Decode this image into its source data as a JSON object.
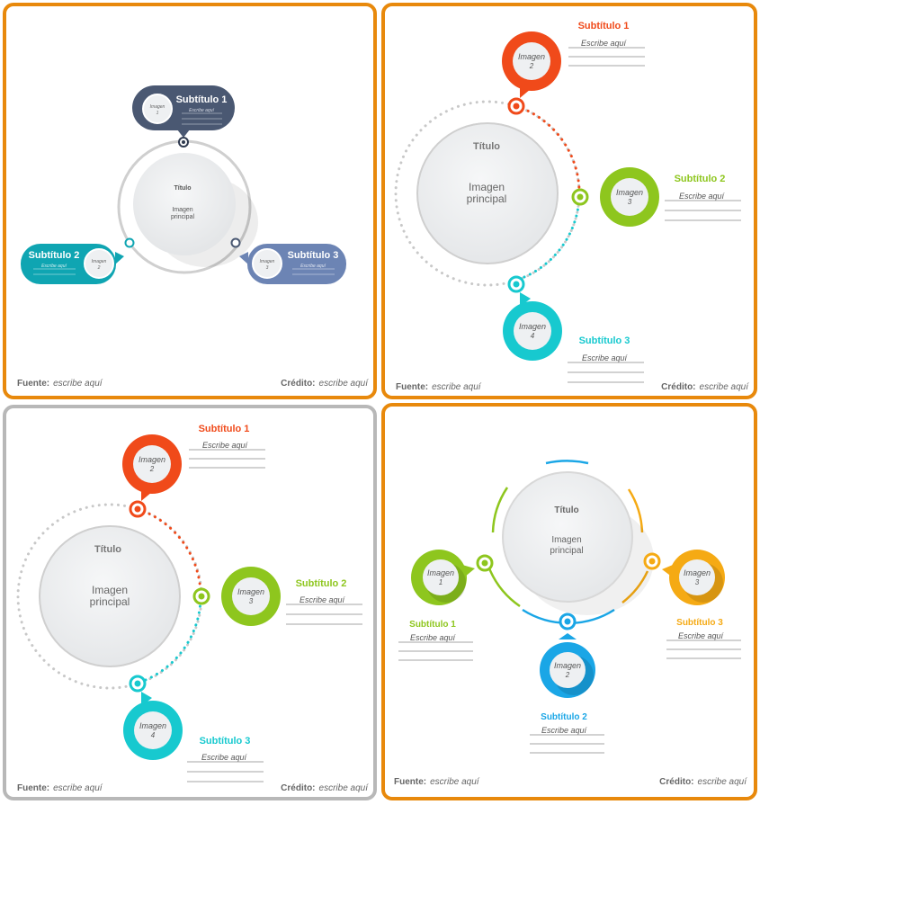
{
  "colors": {
    "panel_border_orange": "#E8890C",
    "panel_border_gray": "#B8B8B8",
    "red": "#F04A1A",
    "lime": "#8EC61E",
    "cyan": "#17C9CF",
    "blue": "#1AA6E6",
    "amber": "#F5AA14",
    "navy": "#4A5872",
    "teal": "#0FA5B2",
    "slate": "#6C84B4"
  },
  "footer": {
    "source_label": "Fuente:",
    "source_value": "escribe aquí",
    "credit_label": "Crédito:",
    "credit_value": "escribe aquí"
  },
  "common": {
    "title": "Título",
    "main_image_line1": "Imagen",
    "main_image_line2": "principal",
    "write_here": "Escribe aquí",
    "image_word": "Imagen"
  },
  "panel1": {
    "items": [
      {
        "subtitle": "Subtítulo 1",
        "image_num": "1"
      },
      {
        "subtitle": "Subtítulo 2",
        "image_num": "2"
      },
      {
        "subtitle": "Subtítulo 3",
        "image_num": "3"
      }
    ]
  },
  "panel2": {
    "items": [
      {
        "subtitle": "Subtítulo 1",
        "image_num": "2"
      },
      {
        "subtitle": "Subtítulo 2",
        "image_num": "3"
      },
      {
        "subtitle": "Subtítulo 3",
        "image_num": "4"
      }
    ]
  },
  "panel3": {
    "items": [
      {
        "subtitle": "Subtítulo 1",
        "image_num": "2"
      },
      {
        "subtitle": "Subtítulo 2",
        "image_num": "3"
      },
      {
        "subtitle": "Subtítulo 3",
        "image_num": "4"
      }
    ]
  },
  "panel4": {
    "items": [
      {
        "subtitle": "Subtítulo 1",
        "image_num": "1"
      },
      {
        "subtitle": "Subtítulo 2",
        "image_num": "2"
      },
      {
        "subtitle": "Subtítulo 3",
        "image_num": "3"
      }
    ]
  }
}
